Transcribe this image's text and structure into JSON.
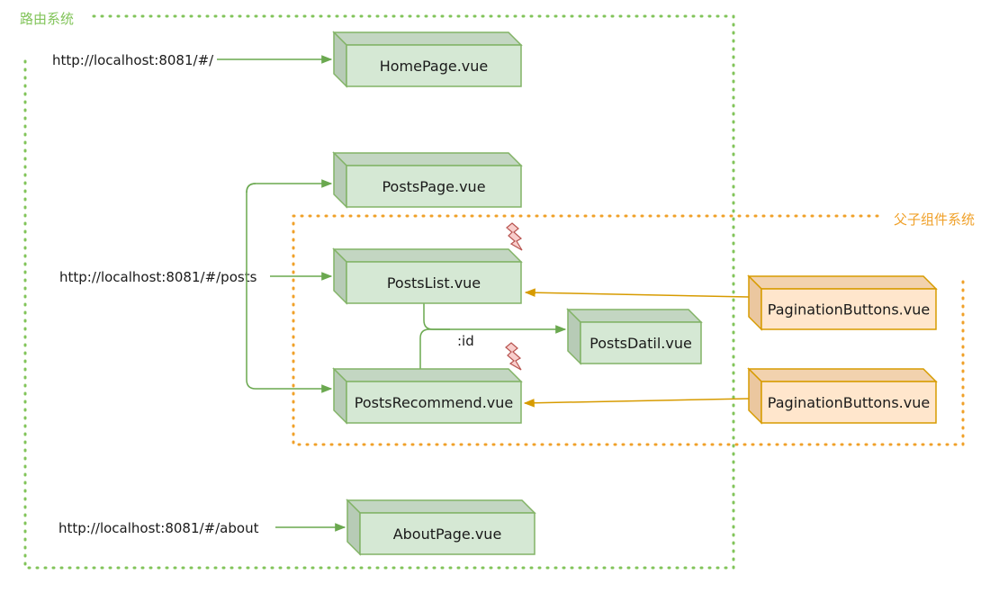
{
  "regions": {
    "routing": {
      "label": "路由系统",
      "color": "#82c45a"
    },
    "parent_child": {
      "label": "父子组件系统",
      "color": "#f0a12a"
    }
  },
  "urls": {
    "home": "http://localhost:8081/#/",
    "posts": "http://localhost:8081/#/posts",
    "about": "http://localhost:8081/#/about"
  },
  "nodes": {
    "home": "HomePage.vue",
    "posts_page": "PostsPage.vue",
    "posts_list": "PostsList.vue",
    "posts_detail": "PostsDatil.vue",
    "posts_recommend": "PostsRecommend.vue",
    "pagination_top": "PaginationButtons.vue",
    "pagination_bottom": "PaginationButtons.vue",
    "about": "AboutPage.vue"
  },
  "edges": {
    "id_param": ":id"
  },
  "colors": {
    "green_fill": "#d5e8d4",
    "green_top": "#c3d6c2",
    "green_side": "#b7cbb6",
    "green_stroke": "#82b366",
    "orange_fill": "#ffe6cc",
    "orange_top": "#f2d2ae",
    "orange_side": "#ebc79f",
    "orange_stroke": "#d79b00",
    "lightning_fill": "#f8cecc",
    "lightning_stroke": "#b85450"
  }
}
